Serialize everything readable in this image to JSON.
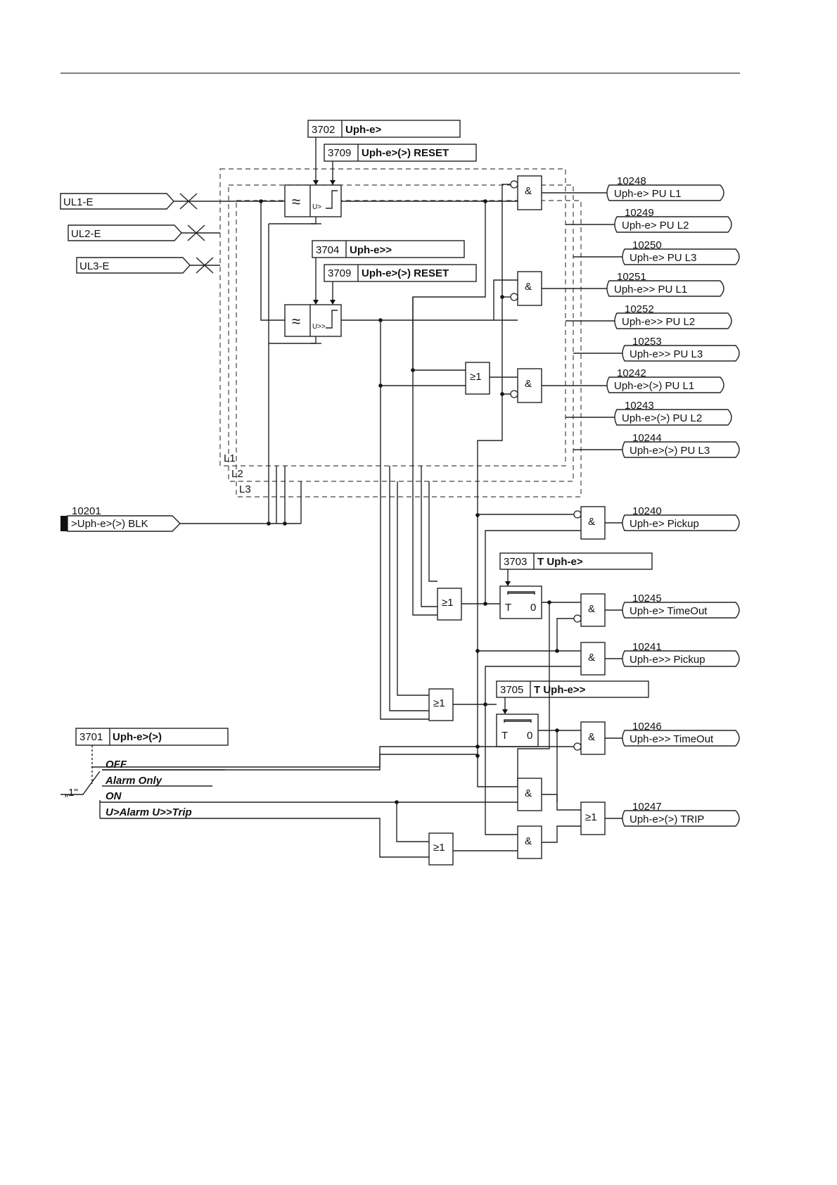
{
  "params": {
    "p3702": {
      "num": "3702",
      "label": "Uph-e>"
    },
    "p3709a": {
      "num": "3709",
      "label": "Uph-e>(>) RESET"
    },
    "p3704": {
      "num": "3704",
      "label": "Uph-e>>"
    },
    "p3709b": {
      "num": "3709",
      "label": "Uph-e>(>) RESET"
    },
    "p3703": {
      "num": "3703",
      "label": "T Uph-e>"
    },
    "p3705": {
      "num": "3705",
      "label": "T Uph-e>>"
    },
    "p3701": {
      "num": "3701",
      "label": "Uph-e>(>)"
    }
  },
  "inputs": {
    "ul1": "UL1-E",
    "ul2": "UL2-E",
    "ul3": "UL3-E",
    "blk_num": "10201",
    "blk_label": ">Uph-e>(>) BLK"
  },
  "phases": {
    "l1": "L1",
    "l2": "L2",
    "l3": "L3"
  },
  "outputs": [
    {
      "num": "10248",
      "label": "Uph-e> PU L1"
    },
    {
      "num": "10249",
      "label": "Uph-e> PU L2"
    },
    {
      "num": "10250",
      "label": "Uph-e> PU L3"
    },
    {
      "num": "10251",
      "label": "Uph-e>> PU L1"
    },
    {
      "num": "10252",
      "label": "Uph-e>> PU L2"
    },
    {
      "num": "10253",
      "label": "Uph-e>> PU L3"
    },
    {
      "num": "10242",
      "label": "Uph-e>(>) PU L1"
    },
    {
      "num": "10243",
      "label": "Uph-e>(>) PU L2"
    },
    {
      "num": "10244",
      "label": "Uph-e>(>) PU L3"
    },
    {
      "num": "10240",
      "label": "Uph-e> Pickup"
    },
    {
      "num": "10245",
      "label": "Uph-e> TimeOut"
    },
    {
      "num": "10241",
      "label": "Uph-e>> Pickup"
    },
    {
      "num": "10246",
      "label": "Uph-e>> TimeOut"
    },
    {
      "num": "10247",
      "label": "Uph-e>(>) TRIP"
    }
  ],
  "modes": {
    "off": "OFF",
    "alarm_only": "Alarm Only",
    "on": "ON",
    "alarm_trip": "U>Alarm U>>Trip",
    "const_one": "„1\""
  },
  "gates": {
    "and": "&",
    "or": "≥1"
  },
  "measure": {
    "u1": "U>",
    "u2": "U>>",
    "filter": "≈"
  },
  "timers": {
    "t": "T",
    "zero": "0"
  }
}
